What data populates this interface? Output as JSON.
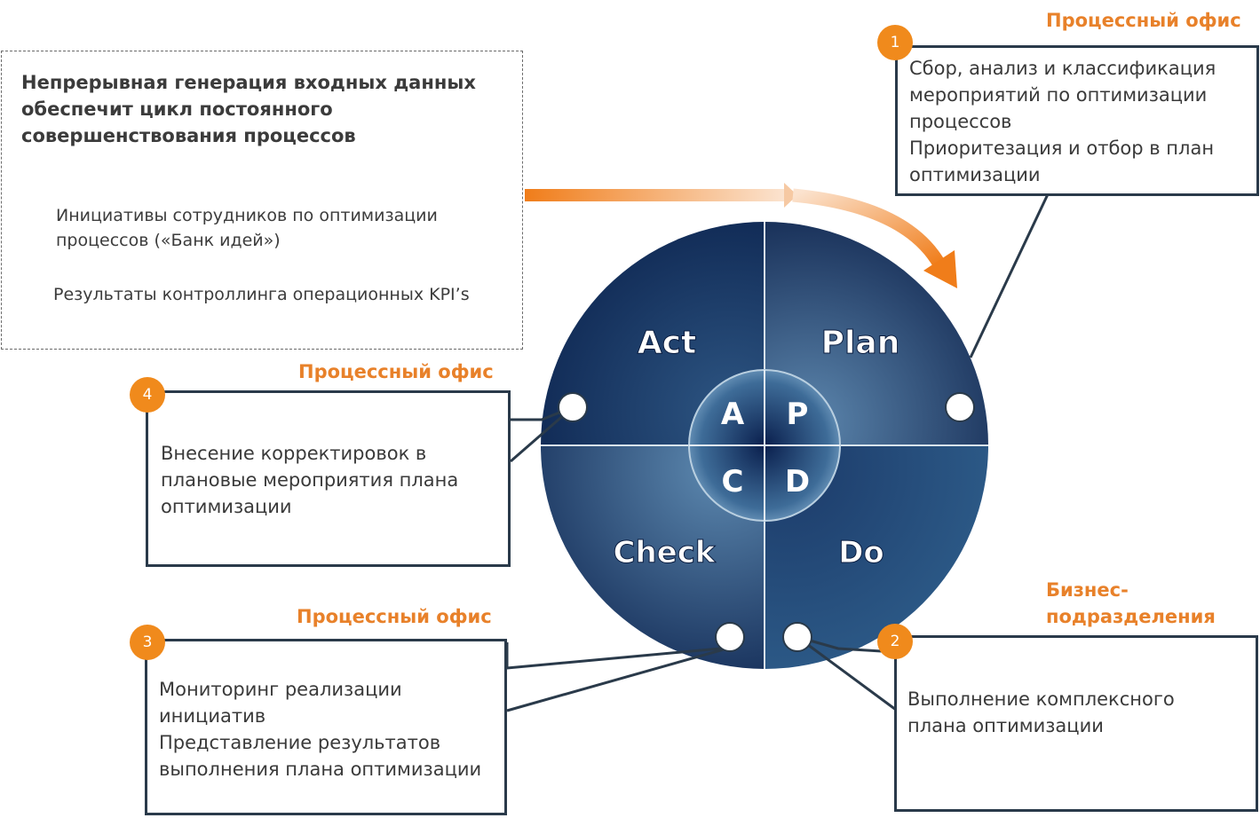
{
  "input": {
    "title": "Непрерывная генерация входных данных обеспечит цикл постоянного совершенствования процессов",
    "items": [
      "Инициативы сотрудников по оптимизации процессов («Банк идей»)",
      "Результаты контроллинга операционных KPI’s"
    ]
  },
  "cycle": {
    "quadrants": [
      "Act",
      "Plan",
      "Check",
      "Do"
    ],
    "letters": [
      "A",
      "P",
      "C",
      "D"
    ]
  },
  "steps": [
    {
      "number": "1",
      "owner": "Процессный офис",
      "lines": [
        "Сбор, анализ и классификация",
        "мероприятий по оптимизации",
        "процессов",
        "Приоритезация и отбор в план",
        "оптимизации"
      ]
    },
    {
      "number": "2",
      "owner_lines": [
        "Бизнес-",
        "подразделения"
      ],
      "lines": [
        "Выполнение комплексного",
        "плана оптимизации"
      ]
    },
    {
      "number": "3",
      "owner": "Процессный офис",
      "lines": [
        "Мониторинг реализации",
        "инициатив",
        "Представление результатов",
        "выполнения плана оптимизации"
      ]
    },
    {
      "number": "4",
      "owner": "Процессный офис",
      "lines": [
        "Внесение корректировок в",
        "плановые мероприятия плана",
        "оптимизации"
      ]
    }
  ],
  "colors": {
    "accent": "#f08a1c",
    "owner_text": "#e8812a",
    "cycle_dark": "#0f2a55",
    "cycle_light": "#3b6690",
    "box_border": "#2a3a4a"
  }
}
